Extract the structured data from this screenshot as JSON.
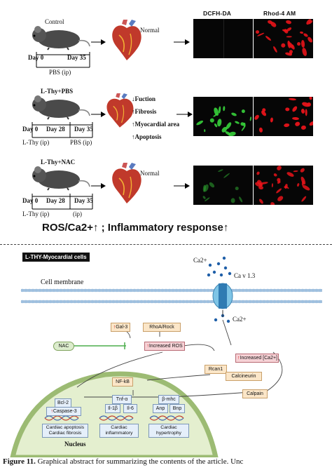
{
  "panel_a": {
    "col_labels": [
      "DCFH-DA",
      "Rhod-4 AM"
    ],
    "rows": [
      {
        "group": "Control",
        "timeline": [
          "Day 0",
          "Day 35"
        ],
        "treatment": "PBS (ip)",
        "outcome": [
          "Normal"
        ]
      },
      {
        "group": "L-Thy+PBS",
        "timeline": [
          "Day 0",
          "Day 28",
          "Day 35"
        ],
        "treatment": [
          "L-Thy (ip)",
          "PBS (ip)"
        ],
        "outcome": [
          "Fuction",
          "Fibrosis",
          "Myocardial area",
          "Apoptosis"
        ]
      },
      {
        "group": "L-Thy+NAC",
        "timeline": [
          "Day 0",
          "Day 28",
          "Day 35"
        ],
        "treatment": [
          "L-Thy (ip)",
          "(ip)"
        ],
        "outcome": [
          "Normal"
        ]
      }
    ],
    "summary": "ROS/Ca2+↑ ; Inflammatory response↑"
  },
  "panel_b": {
    "title": "L-THY-Myocardial cells",
    "membrane": "Cell membrane",
    "ca_top": "Ca2+",
    "ca_bottom": "Ca2+",
    "channel": "Ca v 1.3",
    "nodes": {
      "gal3": "Gal-3",
      "rhoa": "RhoA/Rock",
      "nac": "NAC",
      "ros": "Increased ROS",
      "ca_inc": "Increased [Ca2+]",
      "rcan1": "Rcan1",
      "calcineurin": "Calcineurin",
      "calpain": "Calpain",
      "nfkb": "NF-kB",
      "bcl2": "Bcl-2",
      "casp3": "Caspase-3",
      "tnfa": "Tnf-α",
      "il1b": "Il-1β",
      "il6": "Il-6",
      "bmhc": "β-mhc",
      "anp": "Anp",
      "bnp": "Bnp"
    },
    "outcomes": [
      "Cardiac apoptosis Cardiac fibrosis",
      "Cardiac inflammatory",
      "Cardiac hypertrophy"
    ],
    "nucleus": "Nucleus"
  },
  "caption": {
    "label": "Figure 11.",
    "text": "Graphical abstract for summarizing the contents of the article. Unc"
  }
}
